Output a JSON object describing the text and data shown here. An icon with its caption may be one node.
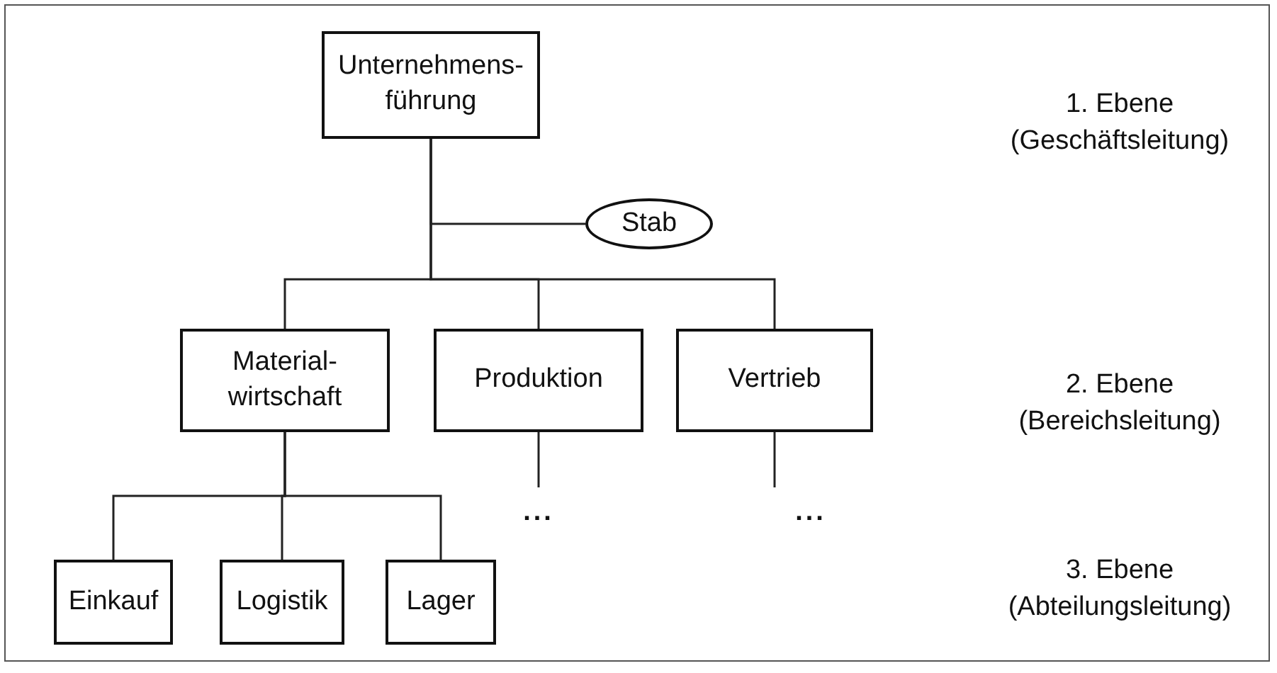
{
  "diagram": {
    "nodes": [
      {
        "text": [
          "Unternehmens- führung"
        ]
      },
      {
        "text": [
          "Stab"
        ]
      },
      {
        "text": [
          "Material- wirtschaft"
        ]
      },
      {
        "text": [
          "Produktion"
        ]
      },
      {
        "text": [
          "Vertrieb"
        ]
      },
      {
        "text": [
          "Einkauf"
        ]
      },
      {
        "text": [
          "Logistik"
        ]
      },
      {
        "text": [
          "Lager"
        ]
      },
      {
        "text": [
          "..."
        ]
      },
      {
        "text": [
          "..."
        ]
      }
    ],
    "edges": [
      {
        "from": 0,
        "to": 1,
        "arrow": "none"
      },
      {
        "from": 0,
        "to": 2,
        "arrow": "none"
      },
      {
        "from": 0,
        "to": 3,
        "arrow": "none"
      },
      {
        "from": 0,
        "to": 4,
        "arrow": "none"
      },
      {
        "from": 2,
        "to": 5,
        "arrow": "none"
      },
      {
        "from": 2,
        "to": 6,
        "arrow": "none"
      },
      {
        "from": 2,
        "to": 7,
        "arrow": "none"
      },
      {
        "from": 3,
        "to": 8,
        "arrow": "none"
      },
      {
        "from": 4,
        "to": 9,
        "arrow": "none"
      }
    ],
    "labels": [
      "1. Ebene",
      "(Geschäftsleitung)",
      "2. Ebene",
      "(Bereichsleitung)",
      "3. Ebene",
      "(Abteilungsleitung)"
    ]
  }
}
